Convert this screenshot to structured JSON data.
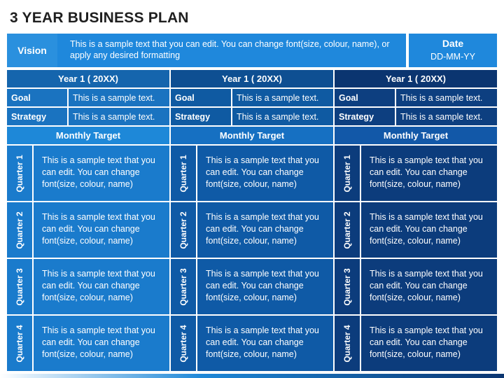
{
  "title": "3 YEAR BUSINESS PLAN",
  "vision": {
    "label": "Vision",
    "text": "This is a sample text that you can edit. You can change font(size, colour, name), or apply any desired formatting"
  },
  "date": {
    "label": "Date",
    "value": "DD-MM-YY"
  },
  "columns": [
    {
      "year": "Year 1 ( 20XX)",
      "goal_label": "Goal",
      "goal_text": "This is a sample text.",
      "strategy_label": "Strategy",
      "strategy_text": "This is a sample text.",
      "monthly_target": "Monthly Target",
      "quarters": [
        {
          "label": "Quarter 1",
          "text": "This is a sample text that you can edit. You can change font(size, colour, name)"
        },
        {
          "label": "Quarter 2",
          "text": "This is a sample text that you can edit. You can change font(size, colour, name)"
        },
        {
          "label": "Quarter 3",
          "text": "This is a sample text that you can edit. You can change font(size, colour, name)"
        },
        {
          "label": "Quarter 4",
          "text": "This is a sample text that you can edit. You can change font(size, colour, name)"
        }
      ]
    },
    {
      "year": "Year 1 ( 20XX)",
      "goal_label": "Goal",
      "goal_text": "This is a sample text.",
      "strategy_label": "Strategy",
      "strategy_text": "This is a sample text.",
      "monthly_target": "Monthly Target",
      "quarters": [
        {
          "label": "Quarter 1",
          "text": "This is a sample text that you can edit. You can change font(size, colour, name)"
        },
        {
          "label": "Quarter 2",
          "text": "This is a sample text that you can edit. You can change font(size, colour, name)"
        },
        {
          "label": "Quarter 3",
          "text": "This is a sample text that you can edit. You can change font(size, colour, name)"
        },
        {
          "label": "Quarter 4",
          "text": "This is a sample text that you can edit. You can change font(size, colour, name)"
        }
      ]
    },
    {
      "year": "Year 1 ( 20XX)",
      "goal_label": "Goal",
      "goal_text": "This is a sample text.",
      "strategy_label": "Strategy",
      "strategy_text": "This is a sample text.",
      "monthly_target": "Monthly Target",
      "quarters": [
        {
          "label": "Quarter 1",
          "text": "This is a sample text that you can edit. You can change font(size, colour, name)"
        },
        {
          "label": "Quarter 2",
          "text": "This is a sample text that you can edit. You can change font(size, colour, name)"
        },
        {
          "label": "Quarter 3",
          "text": "This is a sample text that you can edit. You can change font(size, colour, name)"
        },
        {
          "label": "Quarter 4",
          "text": "This is a sample text that you can edit. You can change font(size, colour, name)"
        }
      ]
    }
  ],
  "colors": {
    "accent": "#1f88dc",
    "column_1": "#1a7bcc",
    "column_2": "#0f5aa6",
    "column_3": "#0c3c7c"
  }
}
